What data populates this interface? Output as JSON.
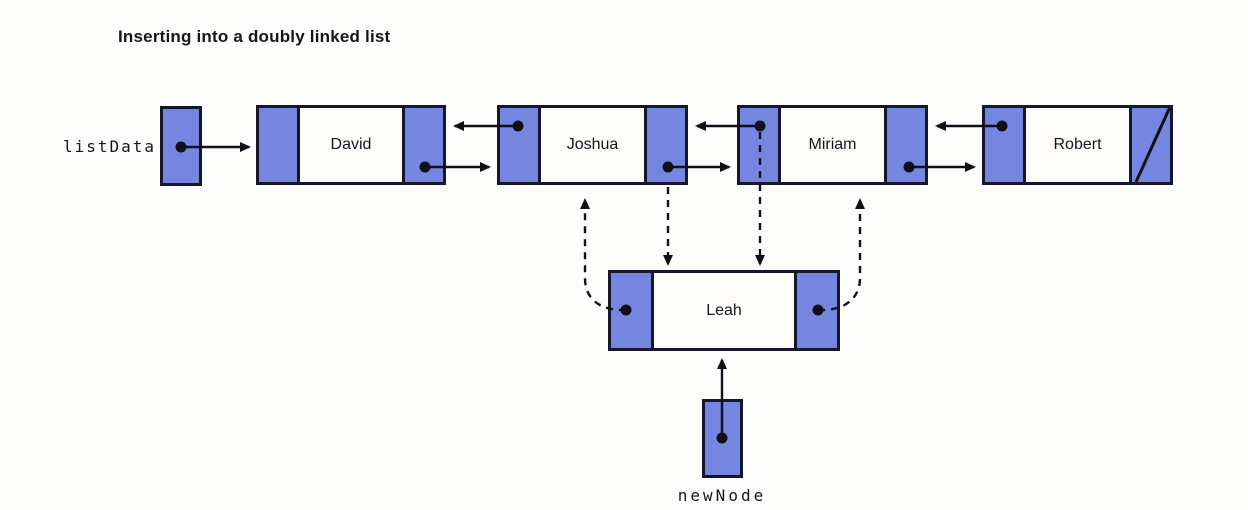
{
  "title": "Inserting into a doubly linked list",
  "pointers": {
    "list_data": {
      "label": "listData"
    },
    "new_node": {
      "label": "newNode"
    }
  },
  "nodes": [
    {
      "id": "david",
      "label": "David"
    },
    {
      "id": "joshua",
      "label": "Joshua"
    },
    {
      "id": "miriam",
      "label": "Miriam"
    },
    {
      "id": "robert",
      "label": "Robert"
    },
    {
      "id": "leah",
      "label": "Leah"
    }
  ],
  "links": [
    {
      "from": "listData",
      "to": "David",
      "style": "solid"
    },
    {
      "from": "David.next",
      "to": "Joshua",
      "style": "solid"
    },
    {
      "from": "Joshua.prev",
      "to": "David",
      "style": "solid"
    },
    {
      "from": "Joshua.next",
      "to": "Miriam",
      "style": "solid"
    },
    {
      "from": "Miriam.prev",
      "to": "Joshua",
      "style": "solid"
    },
    {
      "from": "Miriam.next",
      "to": "Robert",
      "style": "solid"
    },
    {
      "from": "Robert.prev",
      "to": "Miriam",
      "style": "solid"
    },
    {
      "from": "Robert.next",
      "to": "null",
      "style": "slash"
    },
    {
      "from": "Joshua.next",
      "to": "Leah",
      "style": "dashed"
    },
    {
      "from": "Leah.prev",
      "to": "Joshua",
      "style": "dashed"
    },
    {
      "from": "Miriam.prev",
      "to": "Leah",
      "style": "dashed"
    },
    {
      "from": "Leah.next",
      "to": "Miriam",
      "style": "dashed"
    },
    {
      "from": "newNode",
      "to": "Leah",
      "style": "solid"
    }
  ],
  "colors": {
    "node_fill": "#7486e0",
    "node_border": "#16162c",
    "line": "#101018",
    "bg": "#fdfdfb",
    "text": "#15151f"
  }
}
